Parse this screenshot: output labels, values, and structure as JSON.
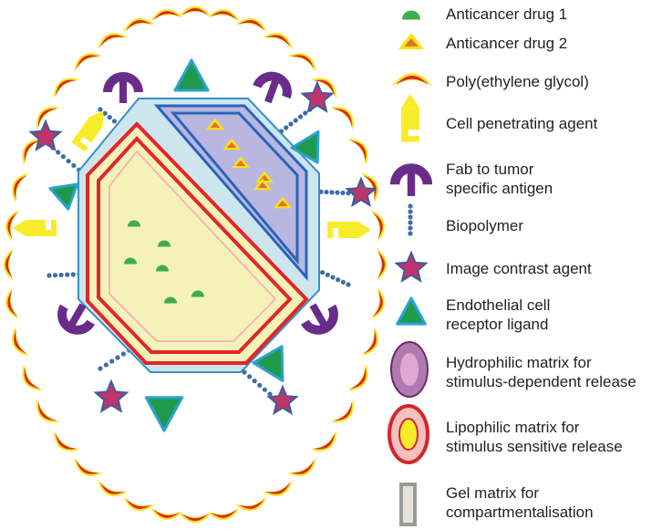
{
  "legend": {
    "drug1": "Anticancer drug 1",
    "drug2": "Anticancer drug 2",
    "peg": "Poly(ethylene glycol)",
    "cpa": "Cell penetrating agent",
    "fab": "Fab to tumor\nspecific antigen",
    "biopolymer": "Biopolymer",
    "contrast": "Image contrast agent",
    "ligand": "Endothelial cell\nreceptor ligand",
    "hydrophilic": "Hydrophilic matrix for\nstimulus-dependent release",
    "lipophilic": "Lipophilic matrix for\nstimulus sensitive release",
    "gel": "Gel matrix for\ncompartmentalisation"
  },
  "colors": {
    "drug1": "#3dae49",
    "drug2": "#e0722a",
    "peg_outer": "#f7e315",
    "peg_inner": "#d6262a",
    "cpa": "#f8ec2a",
    "fab": "#6a2c8a",
    "biopolymer": "#3b6ea8",
    "contrast_fill": "#c2336b",
    "contrast_stroke": "#3a5e9c",
    "ligand_fill": "#1e9a4a",
    "ligand_stroke": "#2aa2d2",
    "core_outer": "#cde6ee",
    "core_stroke": "#3a8fc4",
    "lipophilic_fill": "#f5f2b8",
    "lipophilic_stroke": "#e2252b",
    "hydrophilic_fill": "#b9b7df",
    "hydrophilic_stroke": "#2a64b8",
    "gel_fill": "#e6e2da",
    "gel_stroke": "#9a9a9a"
  }
}
